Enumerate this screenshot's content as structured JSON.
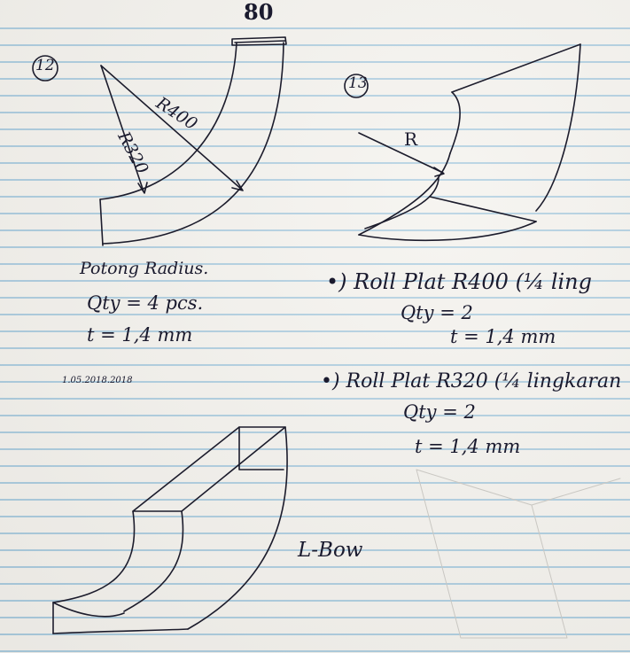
{
  "sketch1": {
    "dimension_top": "80",
    "number": "12",
    "outer_radius": "R400",
    "inner_radius": "R320"
  },
  "sketch2": {
    "number": "13",
    "radius": "R"
  },
  "notes_left": {
    "line1": "Potong Radius.",
    "line2": "Qty = 4 pcs.",
    "line3": "t = 1,4 mm",
    "line4": "1.05.2018.2018"
  },
  "notes_right": {
    "line1": "•) Roll Plat R400 (¼ ling",
    "line2": "Qty = 2",
    "line3": "t = 1,4 mm",
    "line4": "•) Roll Plat R320 (¼ lingkaran",
    "line5": "Qty = 2",
    "line6": "t = 1,4 mm"
  },
  "sketch3": {
    "label": "L-Bow"
  }
}
